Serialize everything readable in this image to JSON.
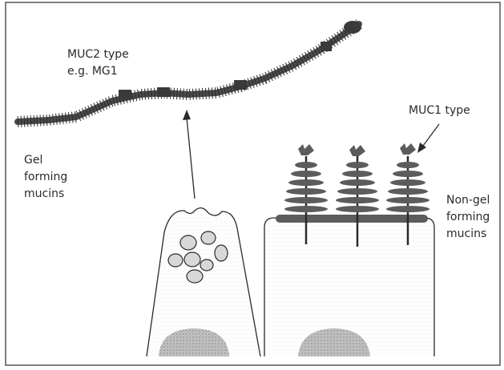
{
  "labels": {
    "muc2_line1": "MUC2 type",
    "muc2_line2": "e.g. MG1",
    "muc1": "MUC1 type",
    "gel_line1": "Gel",
    "gel_line2": "forming",
    "gel_line3": "mucins",
    "nongel_line1": "Non-gel",
    "nongel_line2": "forming",
    "nongel_line3": "mucins"
  },
  "colors": {
    "ink": "#2a2a2a",
    "border": "#555555",
    "mucin_fill": "#5c5c5c",
    "nucleus_fill": "#b5b5b5",
    "granule_fill": "#d8d8d8"
  }
}
